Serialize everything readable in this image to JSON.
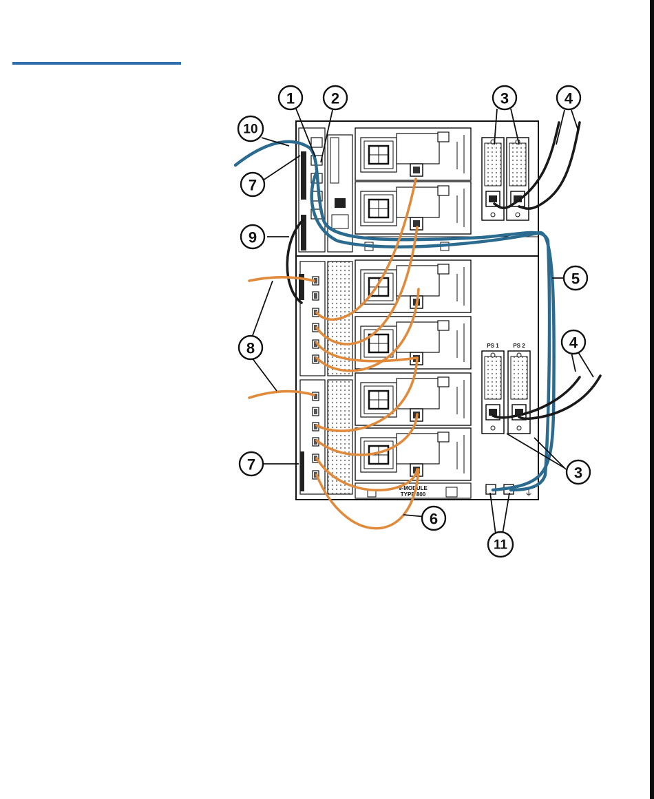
{
  "header": {
    "rule_color": "#2f6fae"
  },
  "colors": {
    "fibre_cable": "#e08a3c",
    "ethernet_cable": "#2b6b8f",
    "power_cord": "#1a1a1a"
  },
  "callouts": {
    "c1": "1",
    "c2": "2",
    "c3a": "3",
    "c3b": "3",
    "c4a": "4",
    "c4b": "4",
    "c5": "5",
    "c6": "6",
    "c7a": "7",
    "c7b": "7",
    "c8": "8",
    "c9": "9",
    "c10": "10",
    "c11": "11"
  },
  "device_labels": {
    "ps1": "PS 1",
    "ps2": "PS 2",
    "bottom_plate_1": "9-MODULE",
    "bottom_plate_2": "TYPE 800"
  },
  "icons": {
    "ground": "ground-symbol-icon"
  }
}
